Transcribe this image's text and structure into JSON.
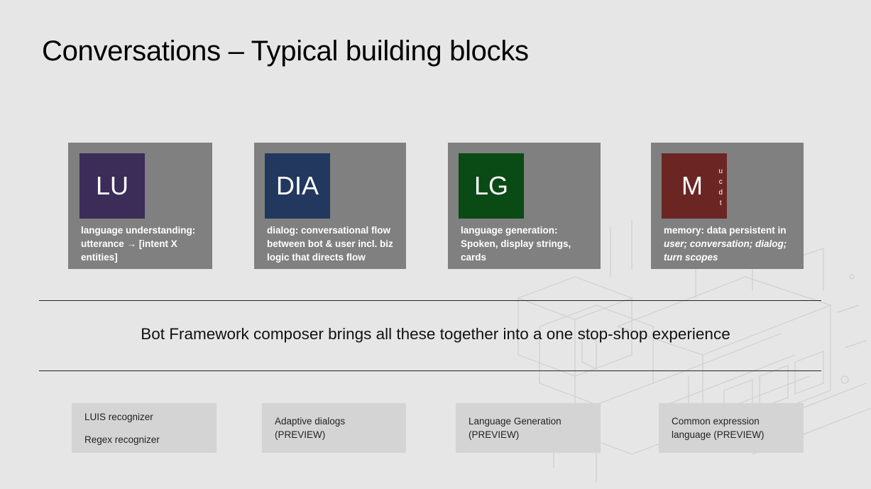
{
  "title": "Conversations – Typical building blocks",
  "cards": [
    {
      "abbr": "LU",
      "color": "#3b2c58",
      "line1": "language understanding:",
      "line2a": "utterance ",
      "arrow": "→",
      "line2b": " [intent X",
      "line3": "entities]"
    },
    {
      "abbr": "DIA",
      "color": "#22385e",
      "line1": "dialog: conversational flow",
      "line2": "between bot & user incl. biz",
      "line3": "logic that directs flow"
    },
    {
      "abbr": "LG",
      "color": "#0a4a14",
      "line1": "language generation:",
      "line2": "Spoken, display strings,",
      "line3": "cards"
    },
    {
      "abbr": "M",
      "color": "#6b2624",
      "sup": [
        "u",
        "c",
        "d",
        "t"
      ],
      "line1": "memory: data persistent in",
      "line2": "user; conversation; dialog;",
      "line3": "turn scopes"
    }
  ],
  "tagline": "Bot Framework composer brings all these together into a one stop-shop experience",
  "bottom": [
    {
      "line1": "LUIS recognizer",
      "line2": "Regex recognizer"
    },
    {
      "line1": "Adaptive dialogs",
      "line2": "(PREVIEW)"
    },
    {
      "line1": "Language Generation",
      "line2": "(PREVIEW)"
    },
    {
      "line1": "Common expression",
      "line2": "language (PREVIEW)"
    }
  ]
}
